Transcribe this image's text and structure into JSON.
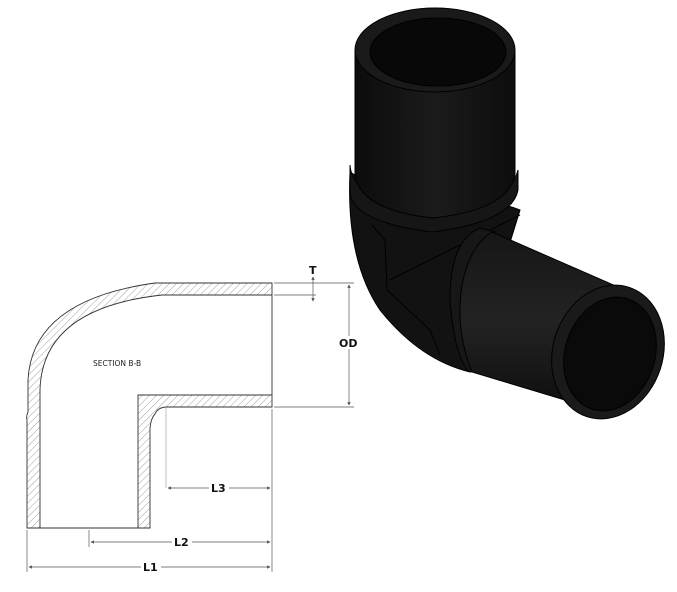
{
  "figure": {
    "subject": "90-degree pipe elbow",
    "views": [
      "section-view",
      "3d-isometric-render"
    ]
  },
  "section_view": {
    "title": "SECTION B-B"
  },
  "dimensions": {
    "thickness": "T",
    "outer_diameter": "OD",
    "length_1": "L1",
    "length_2": "L2",
    "length_3": "L3"
  },
  "colors": {
    "part_body": "#141414",
    "part_edge": "#000000",
    "outline": "#333333",
    "hatch": "#8a8a8a",
    "dimension_line": "#555555",
    "background": "#ffffff"
  }
}
